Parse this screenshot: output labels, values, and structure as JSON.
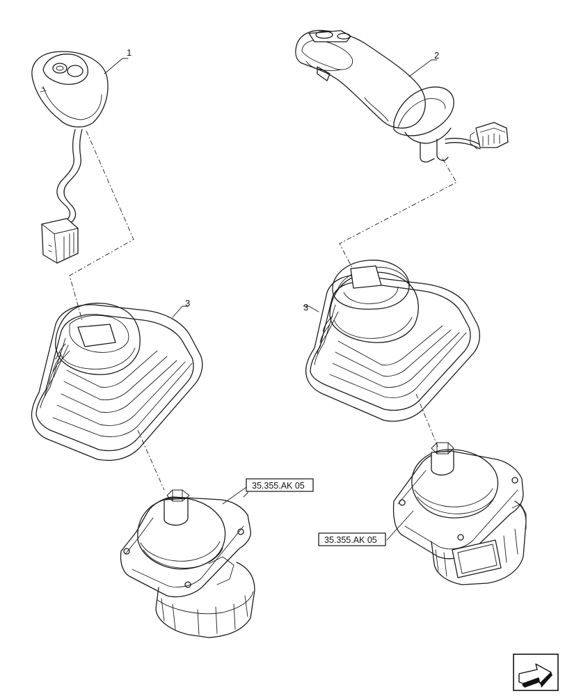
{
  "callouts": {
    "item1": "1",
    "item2": "2",
    "item3_left": "3",
    "item3_right": "3"
  },
  "references": {
    "left": "35.355.AK 05",
    "right": "35.355.AK 05"
  },
  "icons": {
    "nav_arrow": "next-page-arrow-icon"
  }
}
